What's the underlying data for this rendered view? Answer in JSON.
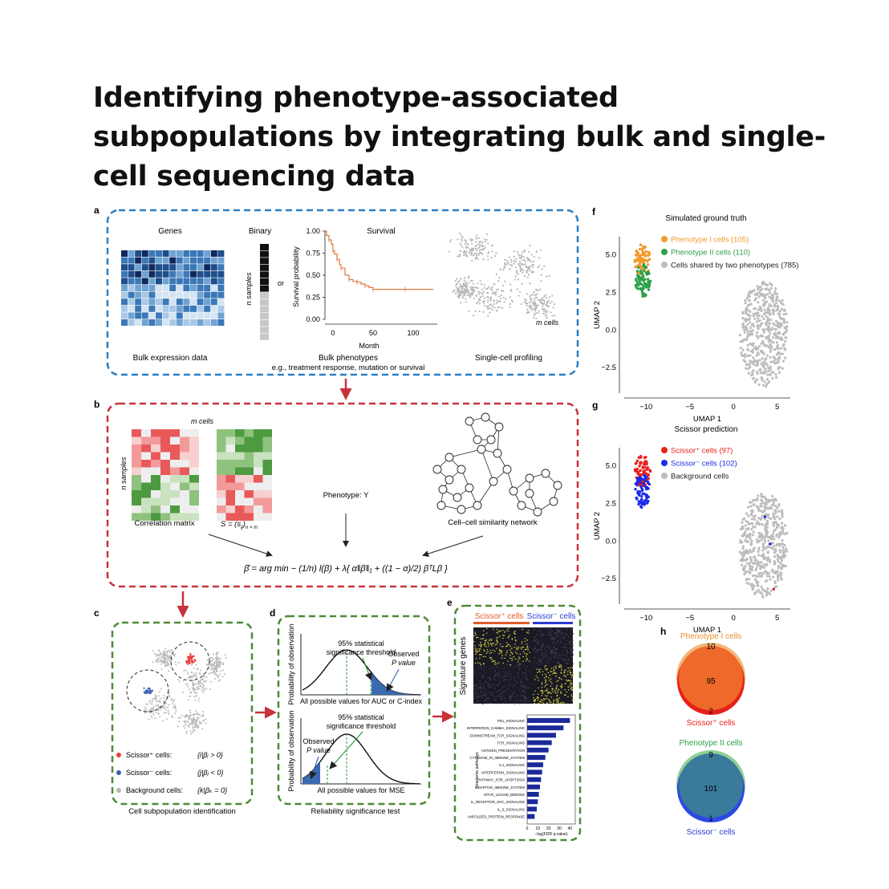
{
  "title": "Identifying phenotype-associated subpopulations by integrating bulk and single-cell sequencing data",
  "panels": {
    "a": {
      "letter": "a",
      "genes_label": "Genes",
      "binary_label": "Binary",
      "or_label": "or",
      "nsamples_label": "n samples",
      "survival_title": "Survival",
      "survival_ylabel": "Survival probability",
      "survival_xlabel": "Month",
      "survival_yticks": [
        "1.00",
        "0.75",
        "0.50",
        "0.25",
        "0.00"
      ],
      "survival_xticks": [
        "0",
        "50",
        "100"
      ],
      "mcells_label": "m cells",
      "bulk_expression_label": "Bulk expression data",
      "bulk_phenotypes_label": "Bulk phenotypes",
      "bulk_phenotypes_sub": "e.g., treatment response, mutation or survival",
      "singlecell_label": "Single-cell profiling"
    },
    "b": {
      "letter": "b",
      "mcells_label": "m cells",
      "nsamples_label": "n samples",
      "correlation_label": "Correlation matrix",
      "s_label": "S = (s",
      "s_sub": "ij",
      "s_close": ")",
      "s_sub2": "n × m",
      "phenotype_label": "Phenotype: Y",
      "network_label": "Cell–cell similarity network",
      "formula": "β̂ = arg min − (1/n) l(β) + λ{ α‖β‖₁ + ((1 − α)/2) βᵀLβ }"
    },
    "c": {
      "letter": "c",
      "legend": [
        {
          "label": "Scissor⁺ cells:",
          "expr": "{i|βᵢ > 0}",
          "color": "#e8403a"
        },
        {
          "label": "Scissor⁻ cells:",
          "expr": "{j|βⱼ < 0}",
          "color": "#3a5fb0"
        },
        {
          "label": "Background cells:",
          "expr": "{k|βₖ = 0}",
          "color": "#b5b5b5"
        }
      ],
      "caption": "Cell subpopulation identification"
    },
    "d": {
      "letter": "d",
      "threshold_label_1": "95% statistical",
      "threshold_label_2": "significance threshold",
      "observed_1": "Observed",
      "observed_2": "P value",
      "ylabel": "Probability of observation",
      "xlabel_top": "All possible values for AUC or C-index",
      "xlabel_bottom": "All possible values for MSE",
      "caption": "Reliability significance test"
    },
    "e": {
      "letter": "e",
      "scissor_plus_header": "Scissor⁺ cells",
      "scissor_minus_header": "Scissor⁻ cells",
      "signature_label": "Signature genes",
      "pathway_ylabel": "Reactome pathways",
      "xlabel": "−log(FDR q-value)",
      "xticks": [
        "0",
        "10",
        "20",
        "30",
        "40"
      ]
    },
    "f": {
      "letter": "f",
      "title": "Simulated ground truth",
      "legend": [
        {
          "label": "Phenotype I cells (105)",
          "color": "#f39a2b"
        },
        {
          "label": "Phenotype II cells (110)",
          "color": "#2ea04a"
        },
        {
          "label": "Cells shared by two phenotypes (785)",
          "color": "#bdbdbd"
        }
      ],
      "xlabel": "UMAP 1",
      "ylabel": "UMAP 2",
      "yticks": [
        "5.0",
        "2.5",
        "0.0",
        "−2.5"
      ],
      "xticks": [
        "−10",
        "−5",
        "0",
        "5"
      ]
    },
    "g": {
      "letter": "g",
      "title": "Scissor prediction",
      "legend": [
        {
          "label": "Scissor⁺ cells (97)",
          "color": "#e8201a"
        },
        {
          "label": "Scissor⁻ cells (102)",
          "color": "#1a2ae8"
        },
        {
          "label": "Background cells",
          "color": "#bdbdbd"
        }
      ],
      "xlabel": "UMAP 1",
      "ylabel": "UMAP 2",
      "yticks": [
        "5.0",
        "2.5",
        "0.0",
        "−2.5"
      ],
      "xticks": [
        "−10",
        "−5",
        "0",
        "5"
      ]
    },
    "h": {
      "letter": "h",
      "venn1": {
        "top_label": "Phenotype I cells",
        "bottom_label": "Scissor⁺ cells",
        "only_top": "10",
        "overlap": "95",
        "only_bottom": "2"
      },
      "venn2": {
        "top_label": "Phenotype II cells",
        "bottom_label": "Scissor⁻ cells",
        "only_top": "9",
        "overlap": "101",
        "only_bottom": "1"
      }
    }
  },
  "colors": {
    "panel_a_border": "#2a7fc4",
    "panel_b_border": "#c8323a",
    "panel_cde_border": "#4e8a35",
    "arrow": "#c8323a",
    "survival_line": "#e07a3a"
  },
  "chart_data": [
    {
      "type": "line",
      "title": "Survival",
      "xlabel": "Month",
      "ylabel": "Survival probability",
      "xlim": [
        0,
        140
      ],
      "ylim": [
        0,
        1
      ],
      "x": [
        0,
        2,
        5,
        8,
        10,
        12,
        15,
        18,
        20,
        25,
        30,
        35,
        40,
        45,
        50,
        55,
        60,
        80,
        100,
        135
      ],
      "series": [
        {
          "values": [
            1.0,
            0.95,
            0.9,
            0.85,
            0.78,
            0.74,
            0.68,
            0.62,
            0.58,
            0.5,
            0.45,
            0.43,
            0.42,
            0.4,
            0.38,
            0.36,
            0.34,
            0.34,
            0.34,
            0.34
          ]
        }
      ]
    },
    {
      "type": "bar",
      "orientation": "horizontal",
      "xlabel": "−log(FDR q-value)",
      "xlim": [
        0,
        45
      ],
      "categories": [
        "PD1_SIGNALING",
        "INTERFERON_GAMMA_SIGNALING",
        "DOWNSTREAM_TCR_SIGNALING",
        "TCR_SIGNALING",
        "ANTIGEN_PRESENTATION",
        "CYTOKINE_IN_IMMUNE_SYSTEM",
        "IL1_SIGNALING",
        "INTERFERON_SIGNALING",
        "PATHWAY_FOR_APOPTOSIS",
        "ADAPTIVE_IMMUNE_SYSTEM",
        "GPCR_LIGAND_BINDING",
        "IL_RECEPTOR_SHC_SIGNALING",
        "IL_6_SIGNALING",
        "UNFOLDED_PROTEIN_RESPONSE"
      ],
      "values": [
        40,
        34,
        27,
        23,
        20,
        17,
        15,
        14,
        13,
        12,
        11,
        10,
        9,
        7
      ]
    },
    {
      "type": "scatter",
      "title": "Simulated ground truth",
      "xlabel": "UMAP 1",
      "ylabel": "UMAP 2",
      "xlim": [
        -12.5,
        6.5
      ],
      "ylim": [
        -4.2,
        6.2
      ],
      "series": [
        {
          "name": "Phenotype I cells (105)",
          "count": 105,
          "center": [
            -10.4,
            4.6
          ],
          "spread": [
            0.9,
            1.1
          ]
        },
        {
          "name": "Phenotype II cells (110)",
          "count": 110,
          "center": [
            -10.4,
            3.3
          ],
          "spread": [
            0.9,
            1.1
          ]
        },
        {
          "name": "Cells shared by two phenotypes (785)",
          "count": 785,
          "center": [
            3.5,
            -0.3
          ],
          "spread": [
            2.8,
            3.5
          ]
        }
      ]
    },
    {
      "type": "scatter",
      "title": "Scissor prediction",
      "xlabel": "UMAP 1",
      "ylabel": "UMAP 2",
      "xlim": [
        -12.5,
        6.5
      ],
      "ylim": [
        -4.2,
        6.2
      ],
      "series": [
        {
          "name": "Scissor⁺ cells (97)",
          "count": 97,
          "center": [
            -10.4,
            4.6
          ],
          "spread": [
            0.9,
            1.1
          ]
        },
        {
          "name": "Scissor⁻ cells (102)",
          "count": 102,
          "center": [
            -10.4,
            3.3
          ],
          "spread": [
            0.9,
            1.1
          ]
        },
        {
          "name": "Background cells",
          "count": 785,
          "center": [
            3.5,
            -0.3
          ],
          "spread": [
            2.8,
            3.5
          ]
        }
      ]
    }
  ]
}
